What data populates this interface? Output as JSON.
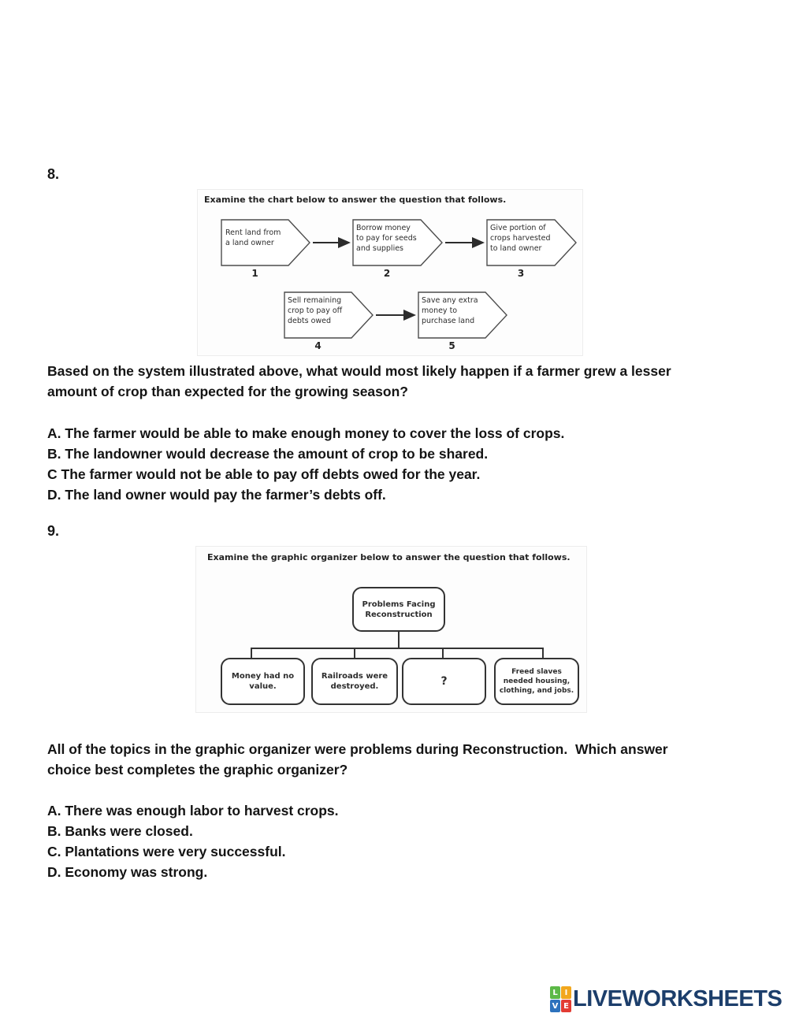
{
  "q8": {
    "number": "8.",
    "image": {
      "caption": "Examine the chart below to answer the question that follows.",
      "steps": [
        {
          "num": "1",
          "label": "Rent land from\na land owner"
        },
        {
          "num": "2",
          "label": "Borrow money\nto pay for seeds\nand supplies"
        },
        {
          "num": "3",
          "label": "Give portion of\ncrops harvested\nto land owner"
        },
        {
          "num": "4",
          "label": "Sell remaining\ncrop to pay off\ndebts owed"
        },
        {
          "num": "5",
          "label": "Save any extra\nmoney to\npurchase land"
        }
      ]
    },
    "question": "Based on the system illustrated above, what would most likely happen if a farmer grew a lesser amount of crop than expected for the growing season?",
    "options": [
      "A. The farmer would be able to make enough money to cover the loss of crops.",
      "B. The landowner would decrease the amount of crop to be shared.",
      "C The farmer would not be able to pay off debts owed for the year.",
      "D. The land owner would pay the farmer’s debts off."
    ]
  },
  "q9": {
    "number": "9.",
    "image": {
      "caption": "Examine the graphic organizer below to answer the question that follows.",
      "root": "Problems Facing\nReconstruction",
      "children": [
        "Money had no\nvalue.",
        "Railroads were\ndestroyed.",
        "?",
        "Freed slaves\nneeded housing,\nclothing, and jobs."
      ]
    },
    "question": "All of the topics in the graphic organizer were problems during Reconstruction.  Which answer choice best completes the graphic organizer?",
    "options": [
      "A. There was enough labor to harvest crops.",
      "B. Banks were closed.",
      "C. Plantations were very successful.",
      "D. Economy was strong."
    ]
  },
  "footer": {
    "logo_text": "LIVEWORKSHEETS",
    "logo_color": "#1c3e6b",
    "logo_tiles": [
      {
        "letter": "L",
        "color": "#5cb947"
      },
      {
        "letter": "I",
        "color": "#f2a71d"
      },
      {
        "letter": "V",
        "color": "#2d72bd"
      },
      {
        "letter": "E",
        "color": "#e23c33"
      }
    ]
  }
}
